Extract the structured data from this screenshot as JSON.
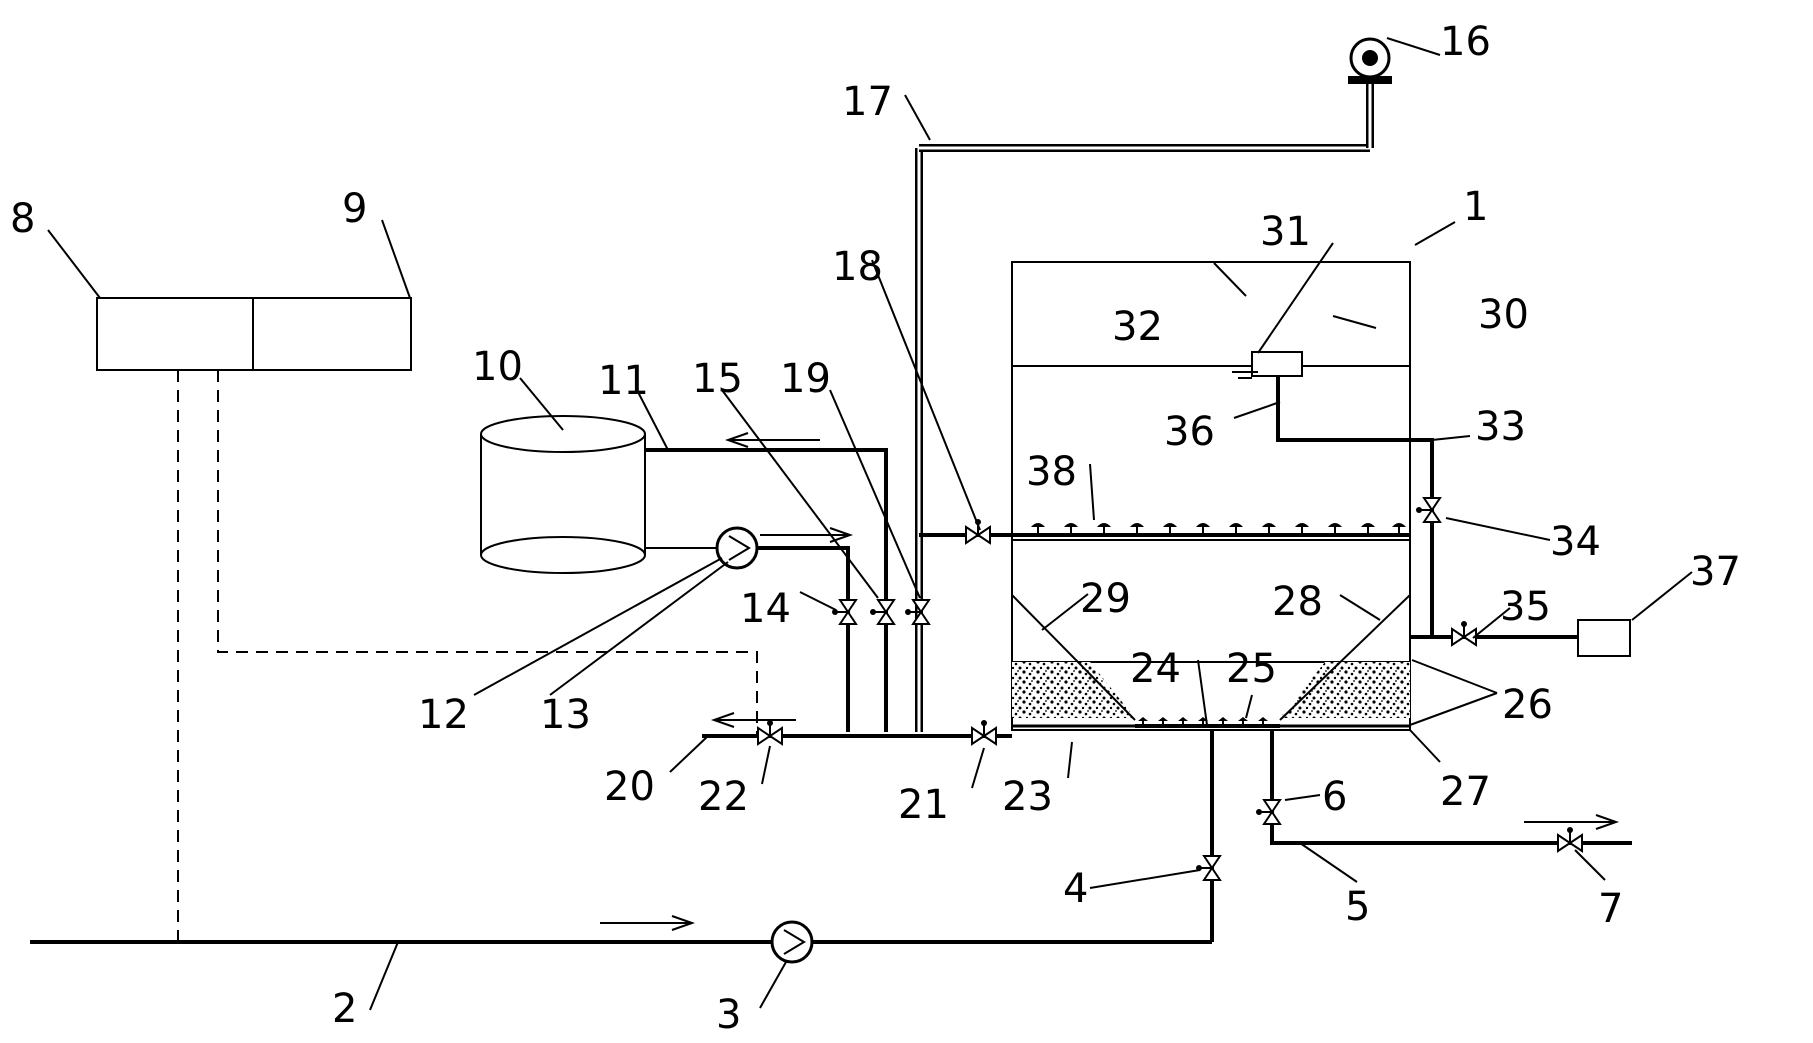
{
  "labels": {
    "l1": "1",
    "l2": "2",
    "l3": "3",
    "l4": "4",
    "l5": "5",
    "l6": "6",
    "l7": "7",
    "l8": "8",
    "l9": "9",
    "l10": "10",
    "l11": "11",
    "l12": "12",
    "l13": "13",
    "l14": "14",
    "l15": "15",
    "l16": "16",
    "l17": "17",
    "l18": "18",
    "l19": "19",
    "l20": "20",
    "l21": "21",
    "l22": "22",
    "l23": "23",
    "l24": "24",
    "l25": "25",
    "l26": "26",
    "l27": "27",
    "l28": "28",
    "l29": "29",
    "l30": "30",
    "l31": "31",
    "l32": "32",
    "l33": "33",
    "l34": "34",
    "l35": "35",
    "l36": "36",
    "l37": "37",
    "l38": "38"
  },
  "colors": {
    "line": "#000000",
    "background": "#ffffff"
  }
}
